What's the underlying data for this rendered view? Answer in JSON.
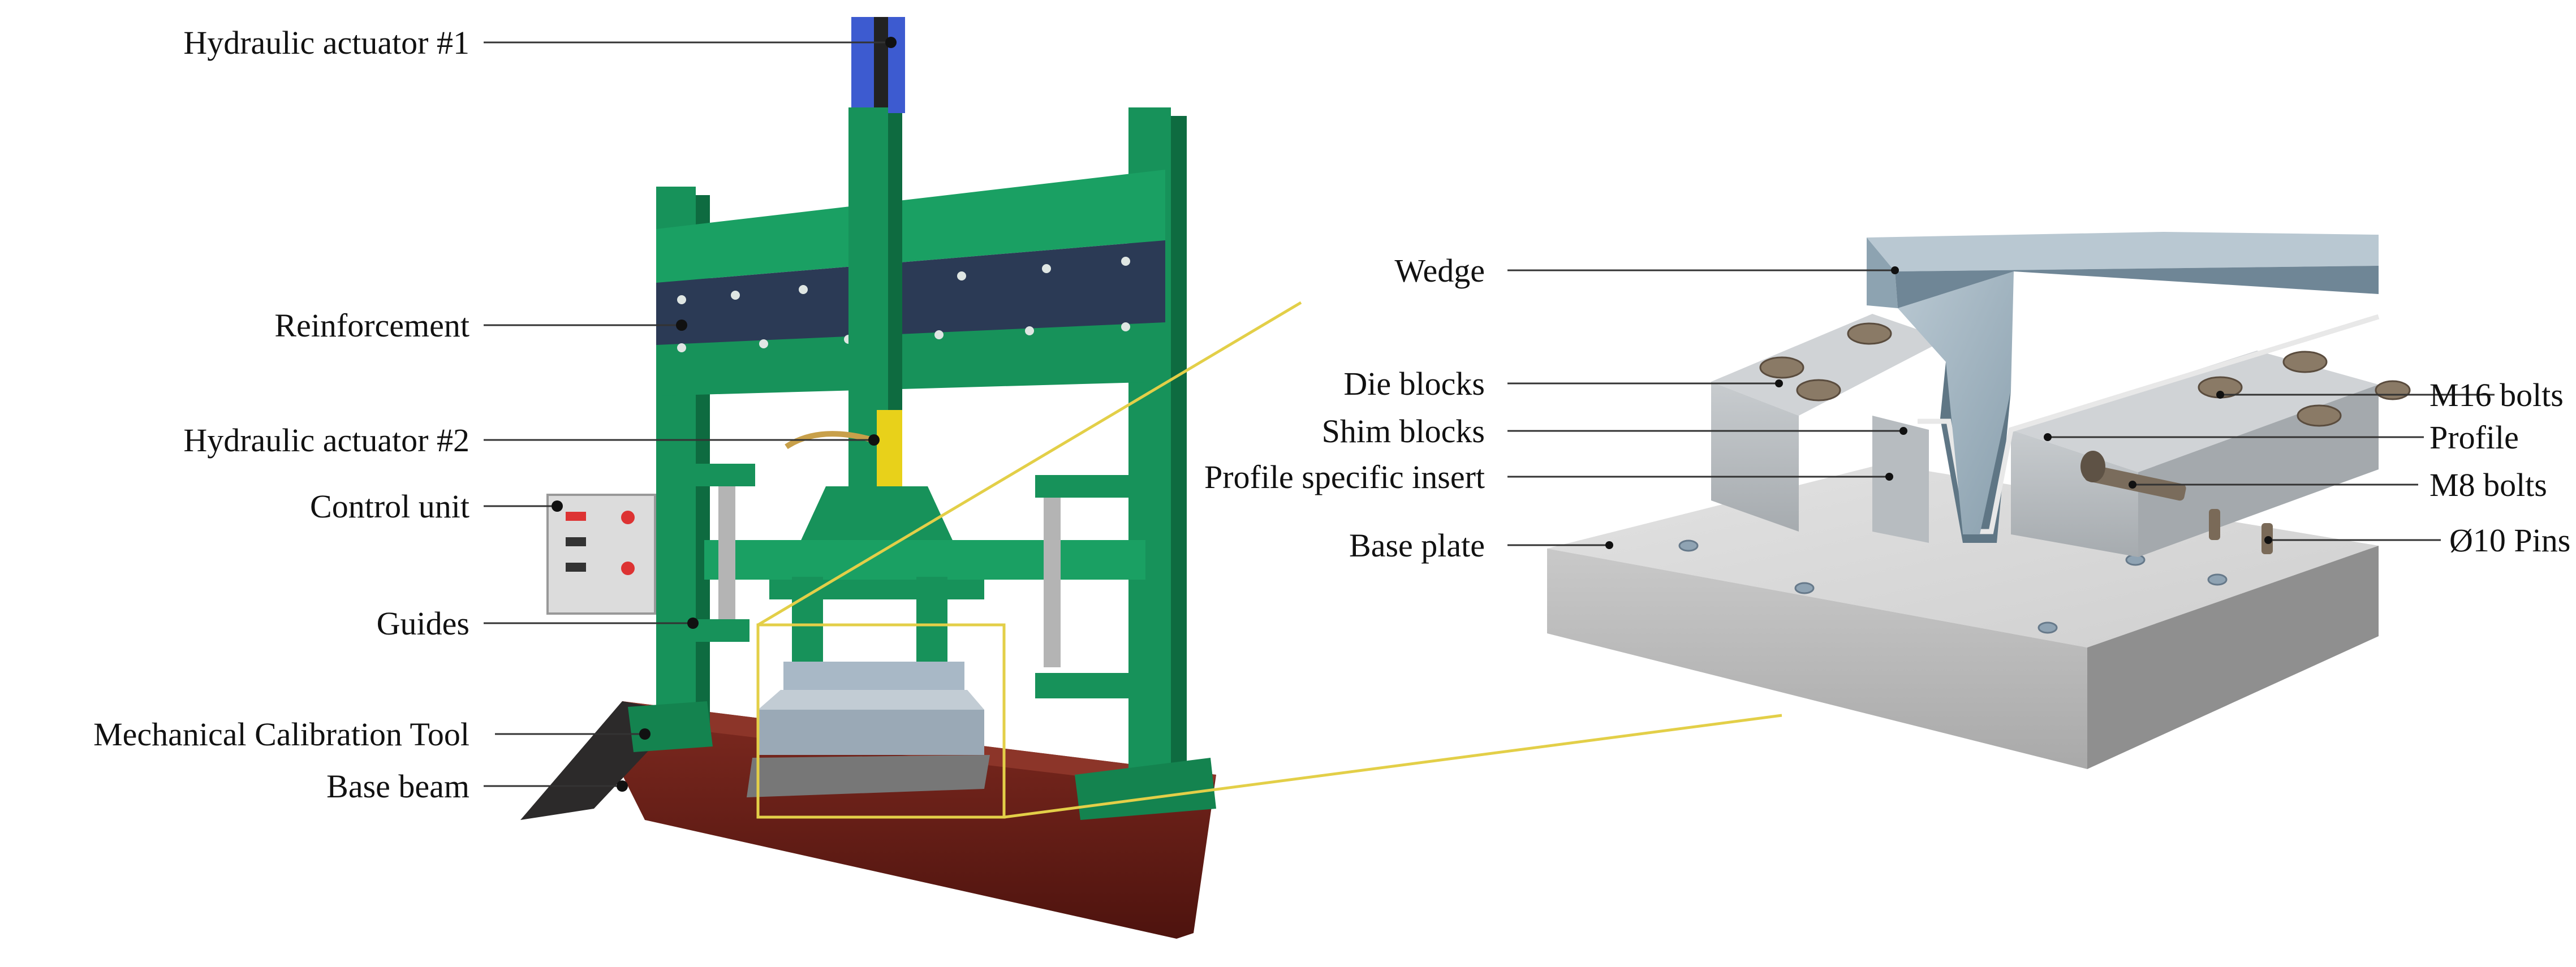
{
  "left_labels": {
    "hydraulic_actuator_1": "Hydraulic actuator #1",
    "reinforcement": "Reinforcement",
    "hydraulic_actuator_2": "Hydraulic actuator #2",
    "control_unit": "Control unit",
    "guides": "Guides",
    "mechanical_calibration_tool": "Mechanical Calibration Tool",
    "base_beam": "Base beam"
  },
  "right_labels": {
    "wedge": "Wedge",
    "die_blocks": "Die blocks",
    "shim_blocks": "Shim blocks",
    "profile_specific_insert": "Profile specific insert",
    "base_plate": "Base plate",
    "m16_bolts": "M16 bolts",
    "profile": "Profile",
    "m8_bolts": "M8 bolts",
    "pins": "Ø10 Pins"
  },
  "colors": {
    "frame_green": "#17925a",
    "frame_green_dark": "#0e6b40",
    "beam_blue": "#2b3a55",
    "base_beam_red": "#6d1d16",
    "actuator_yellow": "#e8d11a",
    "zoom_line": "#e3cf48",
    "plate_grey": "#d6d6d6",
    "die_grey": "#bfc3c6",
    "wedge_blue": "#a9b9c4"
  }
}
